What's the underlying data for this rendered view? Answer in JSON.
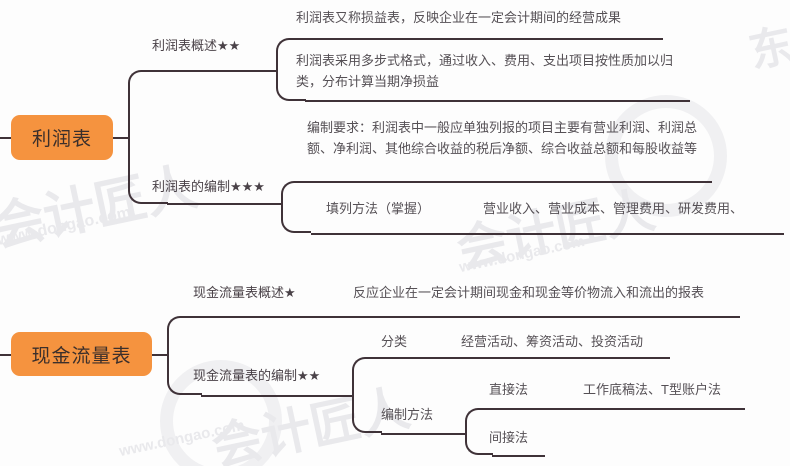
{
  "watermarks": {
    "text_main": "会计匠人",
    "text_url": "www.dongao.com",
    "text_brand": "东奥"
  },
  "mindmap": {
    "type": "mindmap",
    "orientation": "left-to-right",
    "accent_color": "#f5933f",
    "line_color": "#3f3238",
    "text_color": "#555055",
    "sections": [
      {
        "id": "income-statement",
        "root": "利润表",
        "branches": [
          {
            "label": "利润表概述★★",
            "stars": 2,
            "leaves": [
              {
                "text": "利润表又称损益表，反映企业在一定会计期间的经营成果"
              },
              {
                "text": "利润表采用多步式格式，通过收入、费用、支出项目按性质加以归类，分布计算当期净损益"
              }
            ]
          },
          {
            "label": "利润表的编制★★★",
            "stars": 3,
            "leaves": [
              {
                "text": "编制要求：利润表中一般应单独列报的项目主要有营业利润、利润总额、净利润、其他综合收益的税后净额、综合收益总额和每股收益等"
              },
              {
                "text": "填列方法（掌握）",
                "detail": "营业收入、营业成本、管理费用、研发费用、"
              }
            ]
          }
        ]
      },
      {
        "id": "cash-flow-statement",
        "root": "现金流量表",
        "branches": [
          {
            "label": "现金流量表概述★",
            "stars": 1,
            "leaves": [
              {
                "text": "反应企业在一定会计期间现金和现金等价物流入和流出的报表"
              }
            ]
          },
          {
            "label": "现金流量表的编制★★",
            "stars": 2,
            "leaves": [
              {
                "text": "分类",
                "detail": "经营活动、筹资活动、投资活动"
              },
              {
                "text": "编制方法",
                "children": [
                  {
                    "text": "直接法",
                    "detail": "工作底稿法、T型账户法"
                  },
                  {
                    "text": "间接法",
                    "detail": ""
                  }
                ]
              }
            ]
          }
        ]
      }
    ]
  }
}
